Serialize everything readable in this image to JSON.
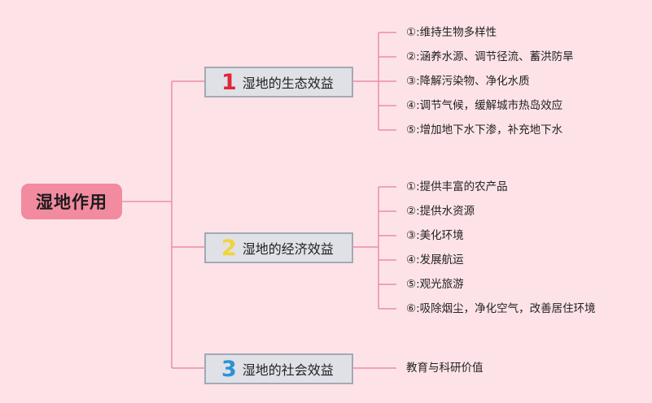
{
  "colors": {
    "background": "#fde3e8",
    "connector": "#ef8ca4",
    "root_fill": "#f28aa0",
    "branch_fill": "#dfe1e7",
    "branch_border": "#a4a9b4"
  },
  "root": {
    "label": "湿地作用"
  },
  "branches": [
    {
      "number": "1",
      "label": "湿地的生态效益",
      "items": [
        "①:维持生物多样性",
        "②:涵养水源、调节径流、蓄洪防旱",
        "③:降解污染物、净化水质",
        "④:调节气候，缓解城市热岛效应",
        "⑤:增加地下水下渗，补充地下水"
      ]
    },
    {
      "number": "2",
      "label": "湿地的经济效益",
      "items": [
        "①:提供丰富的农产品",
        "②:提供水资源",
        "③:美化环境",
        "④:发展航运",
        "⑤:观光旅游",
        "⑥:吸除烟尘，净化空气，改善居住环境"
      ]
    },
    {
      "number": "3",
      "label": "湿地的社会效益",
      "items": [
        "教育与科研价值"
      ]
    }
  ]
}
